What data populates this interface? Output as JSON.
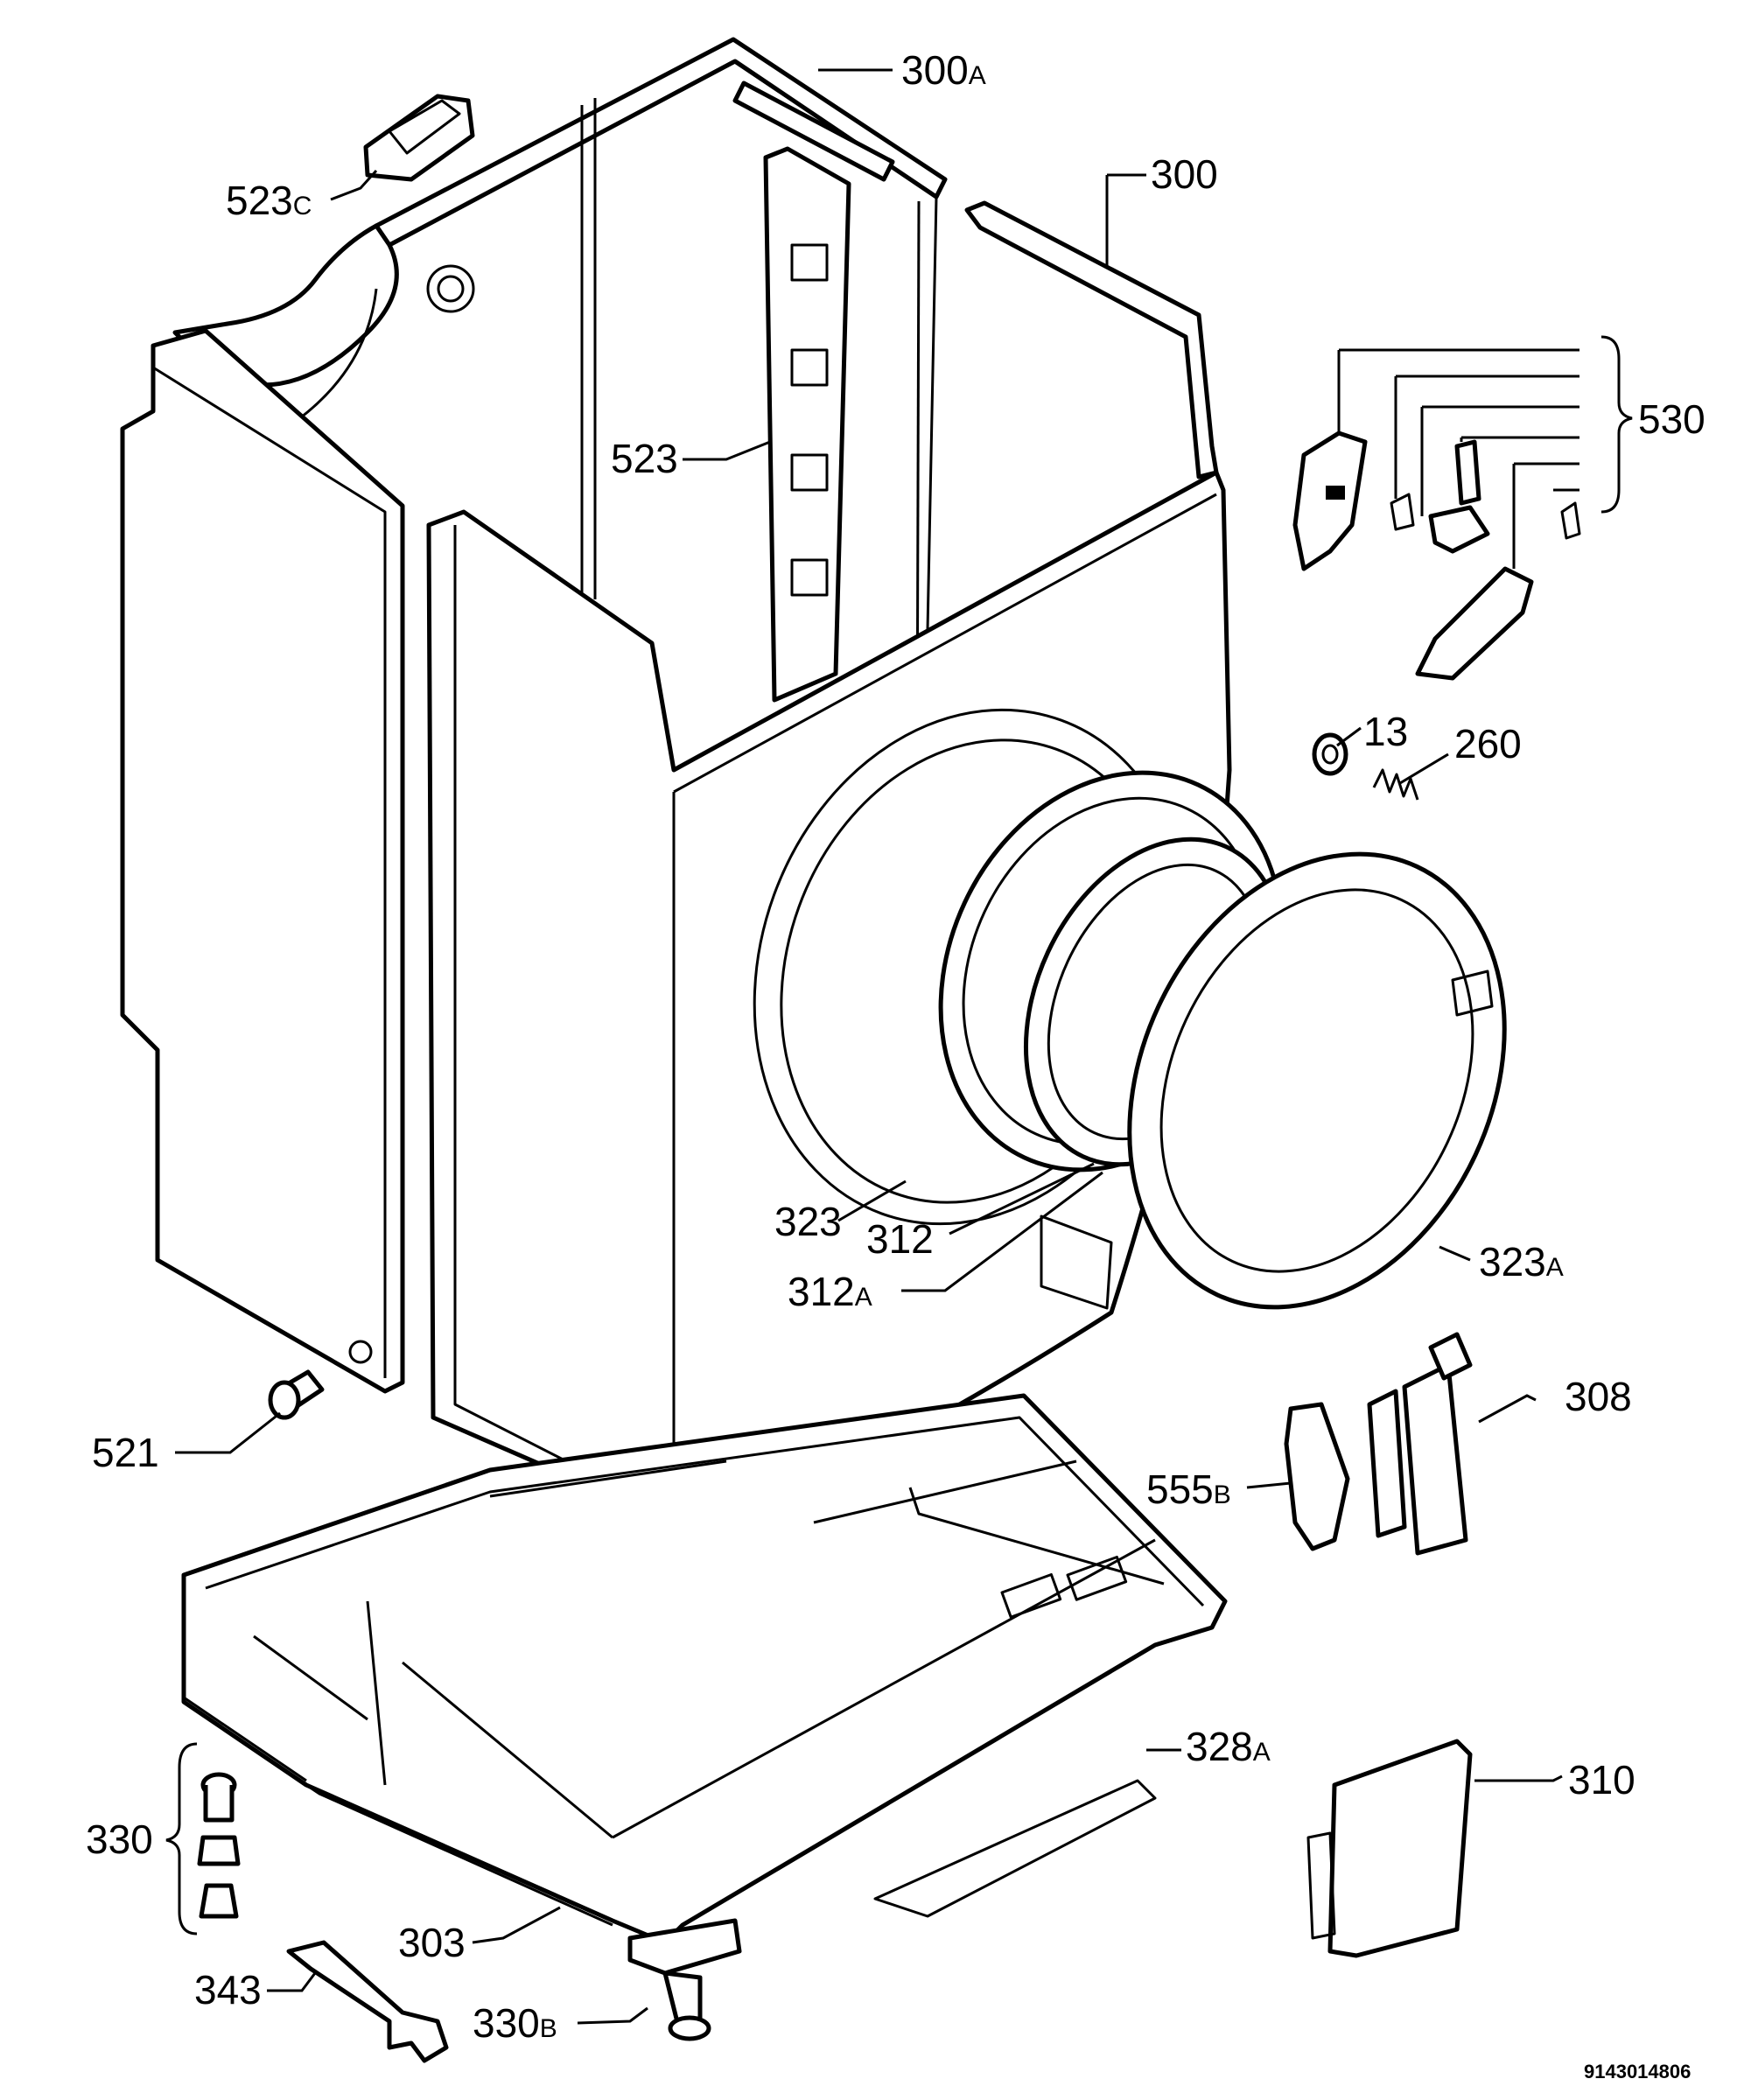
{
  "callouts": [
    {
      "id": "300A",
      "num": "300",
      "suffix": "A"
    },
    {
      "id": "300",
      "num": "300",
      "suffix": ""
    },
    {
      "id": "523C",
      "num": "523",
      "suffix": "C"
    },
    {
      "id": "523",
      "num": "523",
      "suffix": ""
    },
    {
      "id": "530",
      "num": "530",
      "suffix": ""
    },
    {
      "id": "13",
      "num": "13",
      "suffix": ""
    },
    {
      "id": "260",
      "num": "260",
      "suffix": ""
    },
    {
      "id": "323",
      "num": "323",
      "suffix": ""
    },
    {
      "id": "312",
      "num": "312",
      "suffix": ""
    },
    {
      "id": "312A",
      "num": "312",
      "suffix": "A"
    },
    {
      "id": "323A",
      "num": "323",
      "suffix": "A"
    },
    {
      "id": "521",
      "num": "521",
      "suffix": ""
    },
    {
      "id": "308",
      "num": "308",
      "suffix": ""
    },
    {
      "id": "555B",
      "num": "555",
      "suffix": "B"
    },
    {
      "id": "328A",
      "num": "328",
      "suffix": "A"
    },
    {
      "id": "310",
      "num": "310",
      "suffix": ""
    },
    {
      "id": "330",
      "num": "330",
      "suffix": ""
    },
    {
      "id": "303",
      "num": "303",
      "suffix": ""
    },
    {
      "id": "343",
      "num": "343",
      "suffix": ""
    },
    {
      "id": "330B",
      "num": "330",
      "suffix": "B"
    }
  ],
  "drawing_code": "9143014806"
}
